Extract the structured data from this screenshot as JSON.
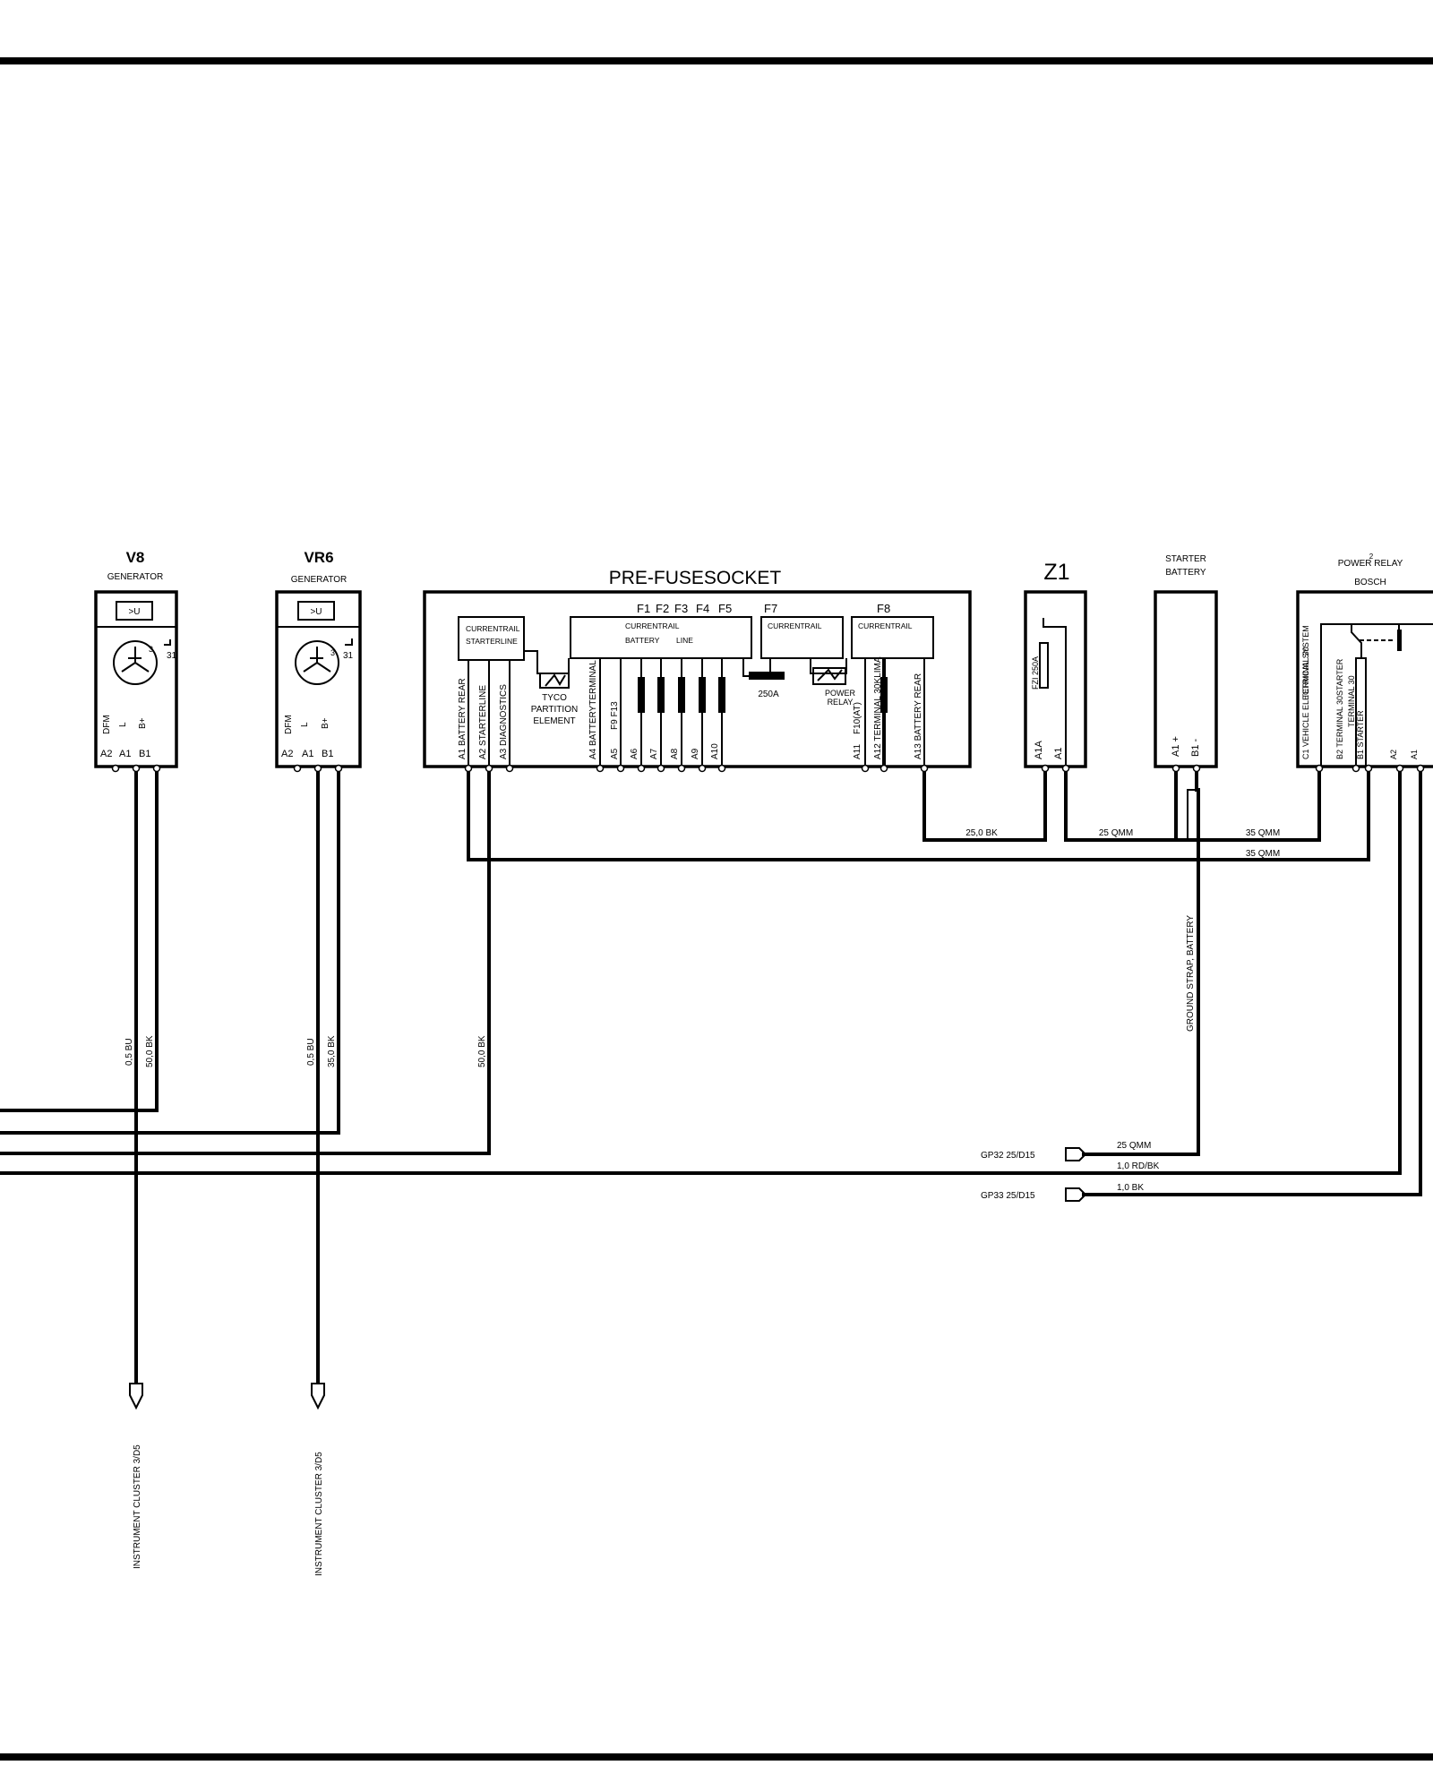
{
  "components": {
    "v8": {
      "title": "V8",
      "subtitle": "GENERATOR",
      "reg": ">U",
      "pin31": "31",
      "pin3": "3",
      "pin_labels": [
        "DFM",
        "L",
        "B+"
      ],
      "pins": [
        "A2",
        "A1",
        "B1"
      ]
    },
    "vr6": {
      "title": "VR6",
      "subtitle": "GENERATOR",
      "reg": ">U",
      "pin31": "31",
      "pin3": "3",
      "pin_labels": [
        "DFM",
        "L",
        "B+"
      ],
      "pins": [
        "A2",
        "A1",
        "B1"
      ]
    },
    "prefuse": {
      "title": "PRE-FUSESOCKET",
      "starterline_rail": [
        "CURRENTRAIL",
        "STARTERLINE"
      ],
      "battery_rail": [
        "CURRENTRAIL",
        "BATTERY",
        "LINE"
      ],
      "f7_rail": "CURRENTRAIL",
      "f8_rail": "CURRENTRAIL",
      "fuse_labels": [
        "F1",
        "F2",
        "F3",
        "F4",
        "F5",
        "F7",
        "F8"
      ],
      "tyco": [
        "TYCO",
        "PARTITION",
        "ELEMENT"
      ],
      "fuse_250": "250A",
      "power_relay": [
        "POWER",
        "RELAY"
      ],
      "pin_texts": [
        "A1 BATTERY REAR",
        "A2  STARTERLINE",
        "A3   DIAGNOSTICS",
        "A4  BATTERYTERMINAL",
        "A5",
        "A6",
        "A7",
        "A8",
        "A9",
        "A10",
        "A11",
        "A12 TERMINAL 30KLIMA",
        "A13 BATTERY REAR",
        "F9 F13",
        "F10(AT)"
      ]
    },
    "z1": {
      "title": "Z1",
      "fuse": "FZI 250A",
      "pins": [
        "A1A",
        "A1"
      ]
    },
    "starter_battery": {
      "title_lines": [
        "STARTER",
        "BATTERY"
      ],
      "pins": [
        "A1 +",
        "B1 -"
      ]
    },
    "power_relay": {
      "title": "POWER RELAY",
      "superscript": "2",
      "maker": "BOSCH",
      "pin_texts": [
        "C1 VEHICLE ELECTRICAL SYSTEM",
        "TERMINAL 30",
        "B2 TERMINAL 30STARTER",
        "TERMINAL 30",
        "B1 STARTER",
        "A2",
        "A1"
      ]
    }
  },
  "wires": {
    "w_25bk": "25,0 BK",
    "w_25qmm": "25 QMM",
    "w_35qmm_a": "35 QMM",
    "w_35qmm_b": "35 QMM",
    "v8_bu": "0,5 BU",
    "v8_bk": "50,0 BK",
    "vr6_bu": "0,5 BU",
    "vr6_bk": "35,0 BK",
    "starter_bk": "50,0 BK",
    "ground_strap": "GROUND STRAP, BATTERY",
    "gp32_qmm": "25 QMM",
    "gp32_rdbk": "1,0 RD/BK",
    "gp33_bk": "1,0 BK"
  },
  "connectors": {
    "gp32": "GP32  25/D15",
    "gp33": "GP33  25/D15",
    "cluster_1": "INSTRUMENT CLUSTER  3/D5",
    "cluster_2": "INSTRUMENT CLUSTER  3/D5"
  }
}
